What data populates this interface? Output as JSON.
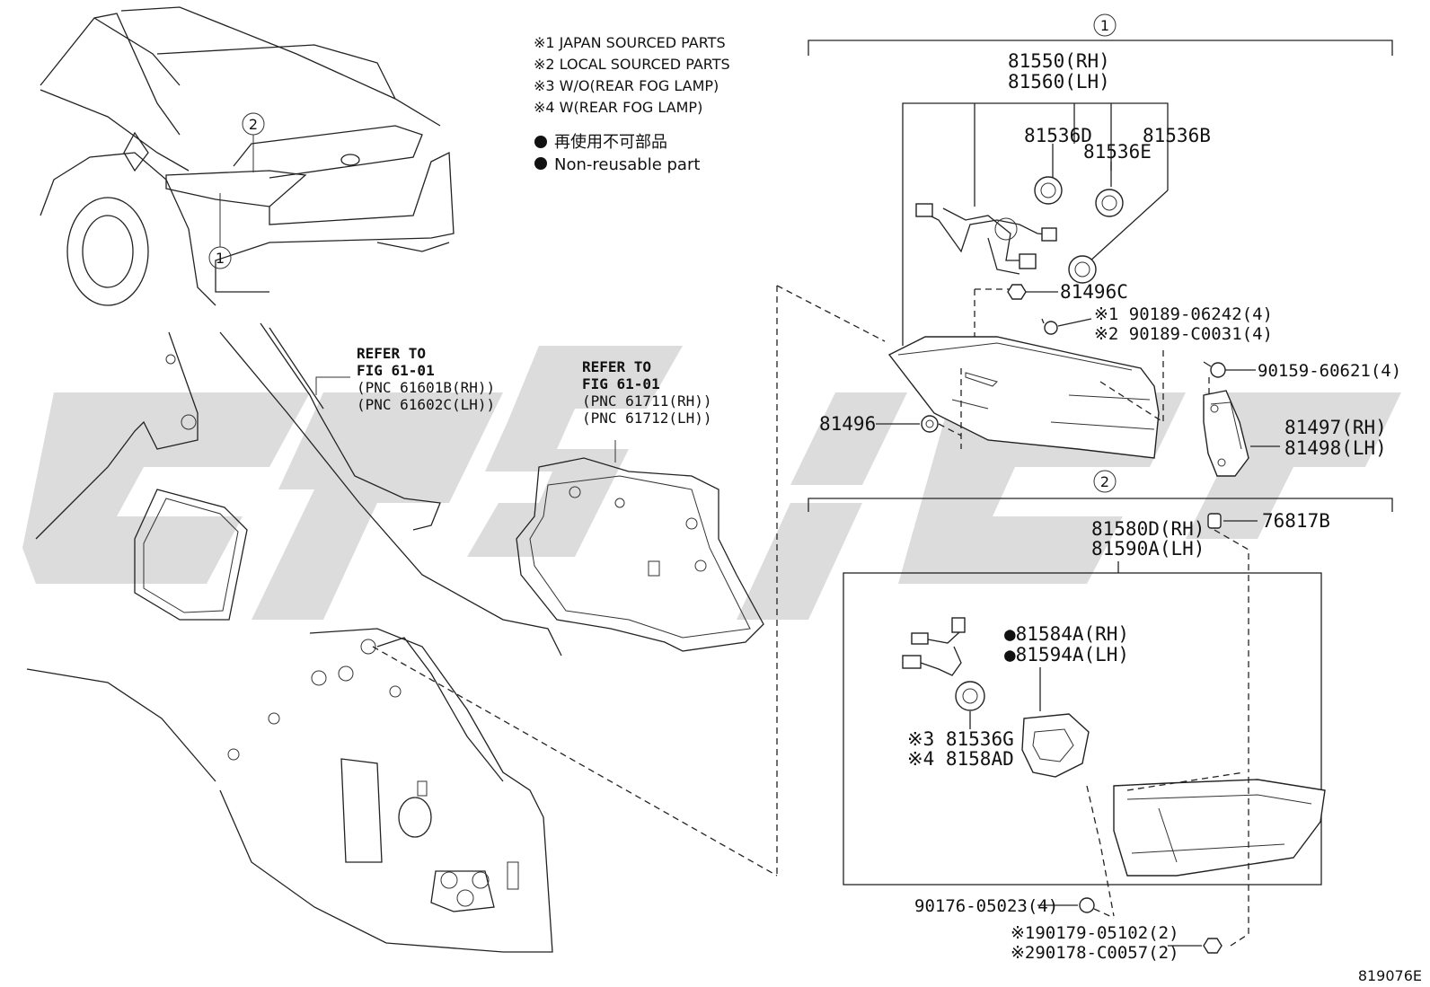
{
  "notes": {
    "note1": "※1 JAPAN SOURCED PARTS",
    "note2": "※2 LOCAL SOURCED PARTS",
    "note3": "※3 W/O(REAR FOG LAMP)",
    "note4": "※4 W(REAR FOG LAMP)",
    "legend_jp": "再使用不可部品",
    "legend_en": "Non-reusable part"
  },
  "overview": {
    "callout1": "1",
    "callout2": "2"
  },
  "references": {
    "ref_a": [
      "REFER TO",
      "FIG 61-01",
      "(PNC 61601B(RH))",
      "(PNC 61602C(LH))"
    ],
    "ref_b": [
      "REFER TO",
      "FIG 61-01",
      "(PNC 61711(RH))",
      "(PNC 61712(LH))"
    ]
  },
  "group1": {
    "index": "1",
    "assembly": [
      "81550(RH)",
      "81560(LH)"
    ],
    "p_81536D": "81536D",
    "p_81536E": "81536E",
    "p_81536B": "81536B",
    "p_81496C": "81496C",
    "p_screw1": "※1 90189-06242(4)",
    "p_screw2": "※2 90189-C0031(4)",
    "p_90159": "90159-60621(4)",
    "p_81496": "81496",
    "p_gasket": [
      "81497(RH)",
      "81498(LH)"
    ]
  },
  "group2": {
    "index": "2",
    "assembly": [
      "81580D(RH)",
      "81590A(LH)"
    ],
    "p_76817B": "76817B",
    "p_gasket": [
      "●81584A(RH)",
      "●81594A(LH)"
    ],
    "p_socket": [
      "※3 81536G",
      "※4 8158AD"
    ],
    "p_90176": "90176-05023(4)",
    "p_nut": [
      "※190179-05102(2)",
      "※290178-C0057(2)"
    ]
  },
  "footer": {
    "figure_id": "819076E"
  }
}
